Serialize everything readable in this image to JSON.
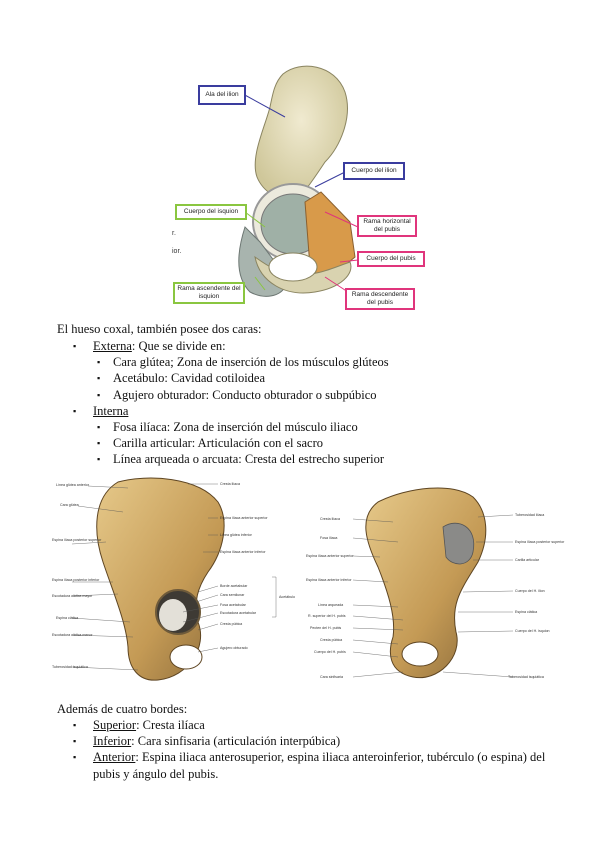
{
  "figure1": {
    "labels": {
      "ala_ilion": "Ala del ilion",
      "cuerpo_ilion": "Cuerpo del ilion",
      "cuerpo_isquion": "Cuerpo del isquion",
      "rama_horizontal_pubis": "Rama horizontal del pubis",
      "cuerpo_pubis": "Cuerpo del pubis",
      "rama_ascendente_isquion": "Rama ascendente del isquion",
      "rama_descendente_pubis": "Rama descendente del pubis"
    },
    "stray": [
      "r.",
      "ior."
    ]
  },
  "section1": {
    "intro": "El hueso coxal, también posee dos caras:",
    "externa": {
      "label": "Externa",
      "rest": ": Que se divide en:",
      "items": [
        "Cara glútea; Zona de inserción de los músculos glúteos",
        "Acetábulo: Cavidad cotiloidea",
        "Agujero obturador: Conducto obturador o subpúbico"
      ]
    },
    "interna": {
      "label": "Interna",
      "items": [
        "Fosa ilíaca: Zona de inserción del músculo iliaco",
        "Carilla articular: Articulación con el sacro",
        "Línea arqueada o arcuata: Cresta del estrecho superior"
      ]
    }
  },
  "figure2": {
    "left_labels": [
      "Línea glútea anterior",
      "Cara glútea",
      "Espina ilíaca posterior superior",
      "Espina ilíaca posterior inferior",
      "Escotadura ciática mayor",
      "Espina ciática",
      "Escotadura ciática menor",
      "Tuberosidad isquiática"
    ],
    "left_right_labels": [
      "Cresta ilíaca",
      "Espina ilíaca anterior superior",
      "Línea glútea inferior",
      "Espina ilíaca anterior inferior",
      "Borde acetabular",
      "Cara semilunar",
      "Fosa acetabular",
      "Escotadura acetabular",
      "Cresta púbica",
      "Agujero obturado"
    ],
    "bracket": "Acetábulo",
    "right_left_labels": [
      "Cresta ilíaca",
      "Fosa ilíaca",
      "Espina ilíaca anterior superior",
      "Espina ilíaca anterior inferior",
      "Línea arqueada",
      "R. superior del H. pubis",
      "Pecten del H. pubis",
      "Cresta púbica",
      "Cuerpo del H. pubis",
      "Cara sinfisaria"
    ],
    "right_right_labels": [
      "Tuberosidad ilíaca",
      "Espina ilíaca posterior superior",
      "Carilla articular",
      "Cuerpo del H. ilion",
      "Espina ciática",
      "Cuerpo del H. isquion",
      "Tuberosidad isquiática"
    ]
  },
  "section2": {
    "intro": "Además de cuatro bordes:",
    "items": [
      {
        "label": "Superior",
        "rest": ": Cresta ilíaca"
      },
      {
        "label": "Inferior",
        "rest": ": Cara sinfisaria (articulación interpúbica)"
      },
      {
        "label": "Anterior",
        "rest": ": Espina iliaca anterosuperior, espina iliaca anteroinferior, tubérculo (o espina) del"
      }
    ],
    "continuation": "pubis y ángulo del pubis."
  },
  "colors": {
    "blue": "#3a3c9e",
    "green": "#8ac640",
    "pink": "#e0357c",
    "bone": "#e8e0b8"
  }
}
